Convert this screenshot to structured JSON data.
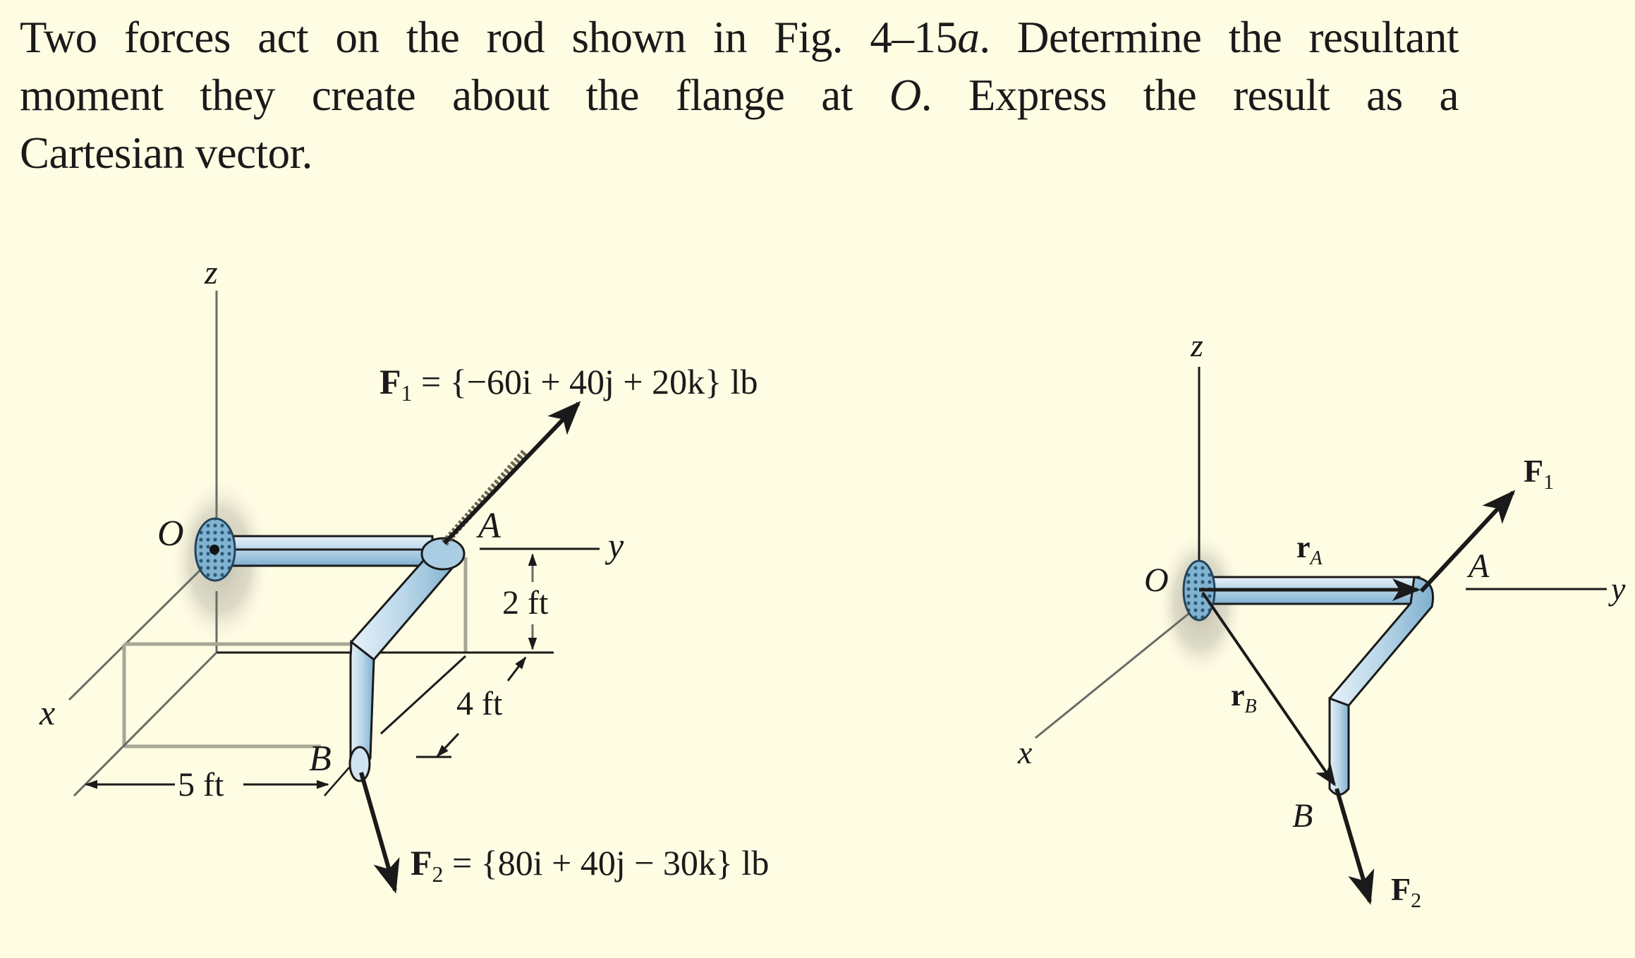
{
  "problem": {
    "line1_a": "Two forces act on the rod shown in Fig. 4–15",
    "line1_fig_suffix": "a",
    "line1_b": ". Determine the resultant",
    "line2_a": "moment they create about the flange at ",
    "line2_point": "O",
    "line2_b": ". Express the result as a",
    "line3": "Cartesian vector."
  },
  "colors": {
    "background": "#fefce3",
    "rod_light": "#dcecf6",
    "rod_mid": "#a9cde3",
    "rod_dark": "#6fa3c5",
    "shadow": "#c9c7b6",
    "ink": "#1a1a1a",
    "axis_gray": "#6b6b66",
    "box_gray": "#a8a695"
  },
  "figure_left": {
    "axes": {
      "z": "z",
      "y": "y",
      "x": "x"
    },
    "points": {
      "origin": "O",
      "a": "A",
      "b": "B"
    },
    "f1": {
      "symbol": "F",
      "subscript": "1",
      "expression": " = {−60i + 40j + 20k} lb"
    },
    "f2": {
      "symbol": "F",
      "subscript": "2",
      "expression": " = {80i + 40j − 30k} lb"
    },
    "dimensions": {
      "height": "2 ft",
      "depth": "4 ft",
      "width": "5 ft"
    }
  },
  "figure_right": {
    "axes": {
      "z": "z",
      "y": "y",
      "x": "x"
    },
    "points": {
      "origin": "O",
      "a": "A",
      "b": "B"
    },
    "vectors": {
      "r_a": {
        "symbol": "r",
        "subscript": "A"
      },
      "r_b": {
        "symbol": "r",
        "subscript": "B"
      },
      "f1": {
        "symbol": "F",
        "subscript": "1"
      },
      "f2": {
        "symbol": "F",
        "subscript": "2"
      }
    }
  }
}
